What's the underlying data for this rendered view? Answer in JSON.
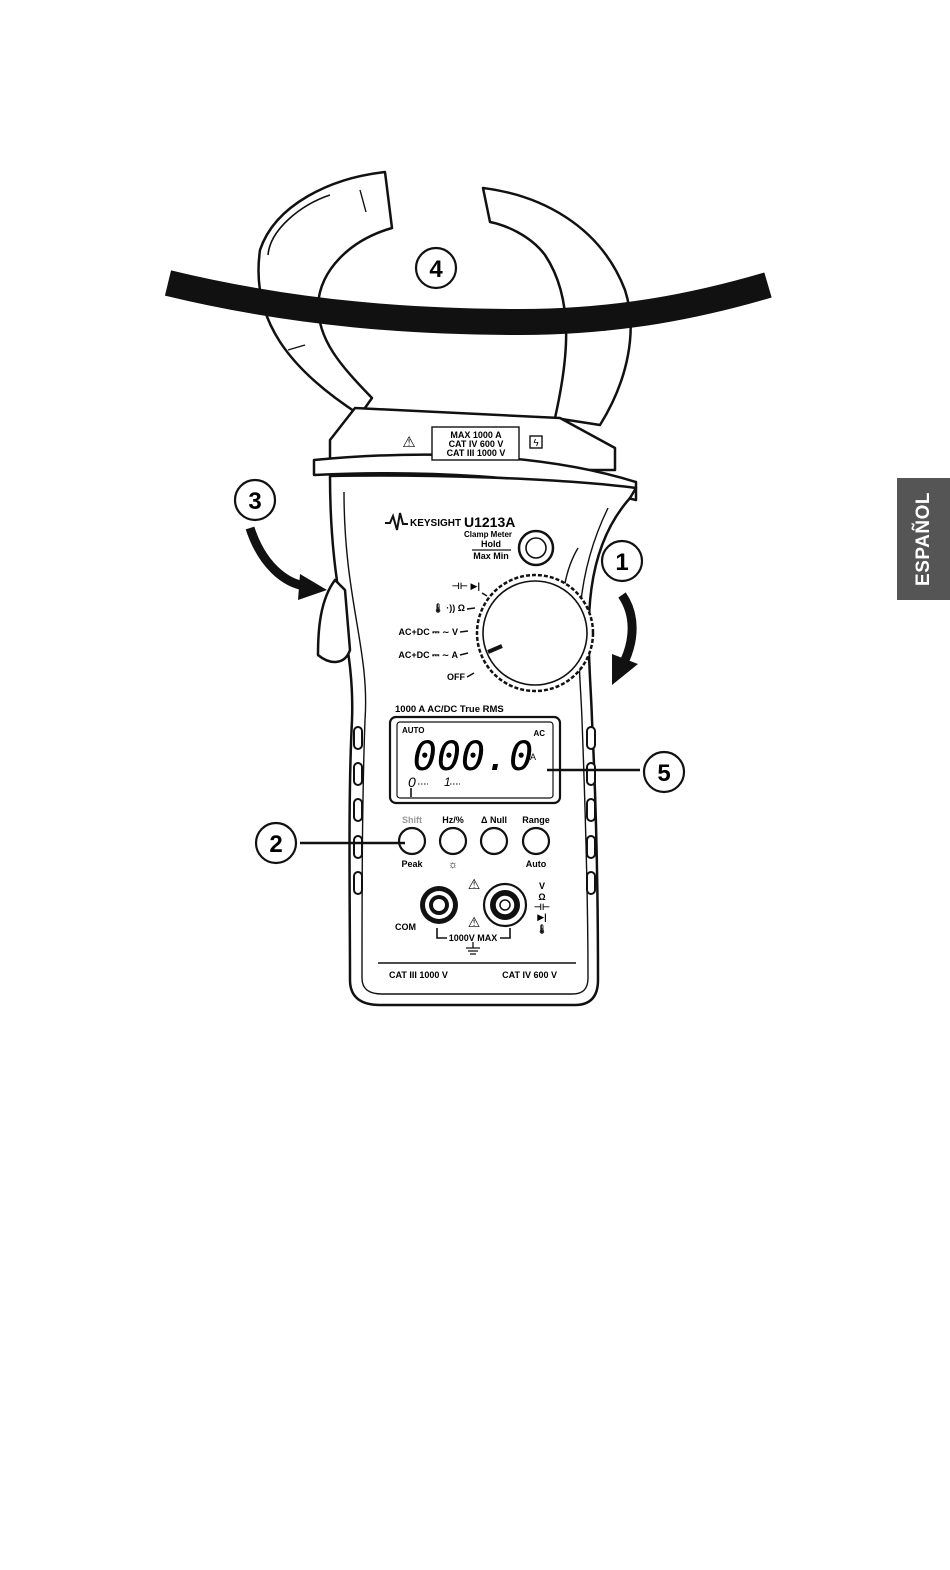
{
  "side_tab": {
    "label": "ESPAÑOL"
  },
  "callouts": [
    {
      "label": "1"
    },
    {
      "label": "2"
    },
    {
      "label": "3"
    },
    {
      "label": "4"
    },
    {
      "label": "5"
    }
  ],
  "jaw_label": {
    "line1": "MAX 1000 A",
    "line2": "CAT IV 600 V",
    "line3": "CAT III 1000 V"
  },
  "brand": {
    "name": "KEYSIGHT",
    "model": "U1213A",
    "subtitle": "Clamp Meter"
  },
  "hold_button": {
    "top": "Hold",
    "bottom": "Max Min"
  },
  "dial": {
    "positions": [
      {
        "label": "⊣⊢ ▶|"
      },
      {
        "label": "🌡 ·)) Ω"
      },
      {
        "label": "AC+DC ⎓ ∼ V"
      },
      {
        "label": "AC+DC ⎓ ∼ A"
      },
      {
        "label": "OFF"
      }
    ]
  },
  "rating": "1000 A AC/DC True RMS",
  "display": {
    "auto": "AUTO",
    "reading": "000.0",
    "unit": "A",
    "ac": "AC",
    "bar_left": "0",
    "bar_mid": "1"
  },
  "buttons": [
    {
      "top": "Shift",
      "bottom": "Peak"
    },
    {
      "top": "Hz/%",
      "bottom": "☼"
    },
    {
      "top": "Δ Null",
      "bottom": ""
    },
    {
      "top": "Range",
      "bottom": "Auto"
    }
  ],
  "terminals": {
    "com": "COM",
    "max": "1000V MAX",
    "right_symbols": [
      "V",
      "Ω",
      "⊣⊢",
      "▶|",
      "🌡"
    ]
  },
  "bottom_band": {
    "left": "CAT III 1000 V",
    "right": "CAT IV 600 V"
  },
  "colors": {
    "ink": "#111111",
    "body_fill": "#ffffff",
    "tab": "#555555",
    "shift_text": "#9a9a9a"
  }
}
